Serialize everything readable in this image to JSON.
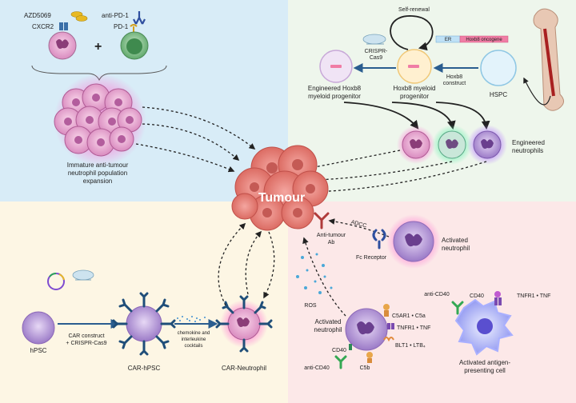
{
  "quadrants": {
    "top_left_color": "#d8ecf7",
    "top_right_color": "#eef6ec",
    "bottom_left_color": "#fdf6e4",
    "bottom_right_color": "#fce8e8"
  },
  "top_left": {
    "drug1": "AZD5069",
    "receptor1": "CXCR2",
    "drug2": "anti-PD-1",
    "receptor2": "PD-1",
    "plus": "+",
    "cluster_label_line1": "Immature anti-tumour",
    "cluster_label_line2": "neutrophil population",
    "cluster_label_line3": "expansion"
  },
  "top_right": {
    "self_renewal": "Self-renewal",
    "er": "ER",
    "hoxb8_oncogene": "Hoxb8 oncogene",
    "crispr_line1": "CRISPR-",
    "crispr_line2": "Cas9",
    "hoxb8_construct_line1": "Hoxb8",
    "hoxb8_construct_line2": "construct",
    "engineered_prog_line1": "Engineered Hoxb8",
    "engineered_prog_line2": "myeloid progenitor",
    "hoxb8_prog_line1": "Hoxb8 myeloid",
    "hoxb8_prog_line2": "progenitor",
    "hspc": "HSPC",
    "engineered_neut_line1": "Engineered",
    "engineered_neut_line2": "neutrophils"
  },
  "center": {
    "tumour": "Tumour"
  },
  "bottom_left": {
    "hpsc": "hPSC",
    "car_construct_line1": "CAR construct",
    "car_construct_line2": "+ CRISPR-Cas9",
    "car_hpsc": "CAR-hPSC",
    "cocktail_line1": "chemokine and",
    "cocktail_line2": "interleukine",
    "cocktail_line3": "cocktails",
    "car_neutrophil": "CAR-Neutrophil"
  },
  "bottom_right": {
    "adcc": "ADCC",
    "anti_tumour_ab_line1": "Anti-tumour",
    "anti_tumour_ab_line2": "Ab",
    "fc_receptor": "Fc Receptor",
    "activated_neut_top_line1": "Activated",
    "activated_neut_top_line2": "neutrophil",
    "ros": "ROS",
    "activated_neut_line1": "Activated",
    "activated_neut_line2": "neutrophil",
    "c5ar1": "C5AR1 • C5a",
    "tnfr1_tnf": "TNFR1 • TNF",
    "blt1": "BLT1 • LTB₄",
    "cd40": "CD40",
    "anti_cd40": "anti-CD40",
    "c5b": "C5b",
    "apc_anti_cd40": "anti-CD40",
    "apc_cd40": "CD40",
    "apc_tnfr1": "TNFR1 • TNF",
    "apc_line1": "Activated antigen-",
    "apc_line2": "presenting cell"
  }
}
